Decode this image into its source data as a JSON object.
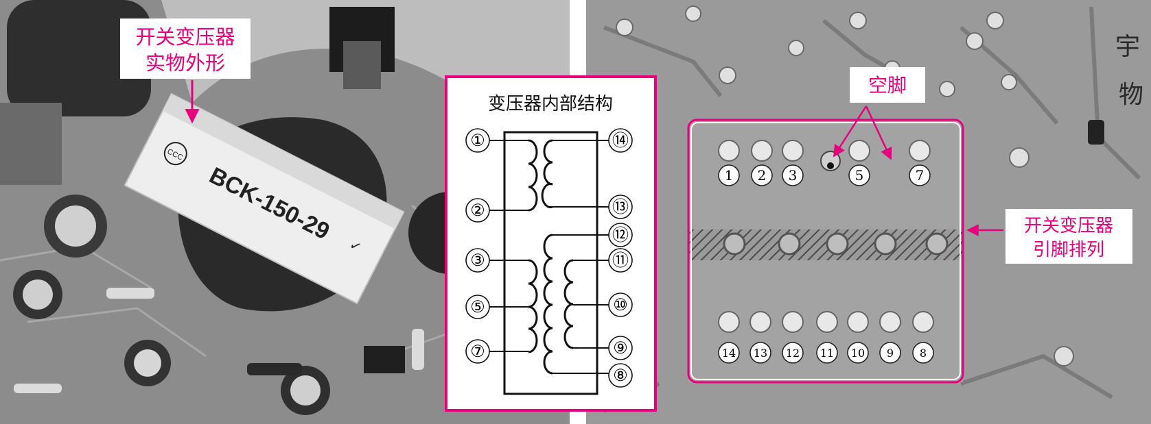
{
  "left_panel": {
    "callout_line1": "开关变压器",
    "callout_line2": "实物外形",
    "part_number": "BCK-150-29"
  },
  "middle_panel": {
    "title": "变压器内部结构",
    "left_pins": [
      "①",
      "②",
      "③",
      "⑤",
      "⑦"
    ],
    "right_pins": [
      "⑭",
      "⑬",
      "⑫",
      "⑪",
      "⑩",
      "⑨",
      "⑧"
    ]
  },
  "right_panel": {
    "empty_pin_label": "空脚",
    "side_label_line1": "开关变压器",
    "side_label_line2": "引脚排列",
    "top_row_pins": [
      "1",
      "2",
      "3",
      "5",
      "7"
    ],
    "bottom_row_pins": [
      "14",
      "13",
      "12",
      "11",
      "10",
      "9",
      "8"
    ]
  },
  "colors": {
    "accent_magenta": "#e6007e",
    "photo_gray": "#8f8f8f",
    "frame": "#1a1a1a"
  }
}
